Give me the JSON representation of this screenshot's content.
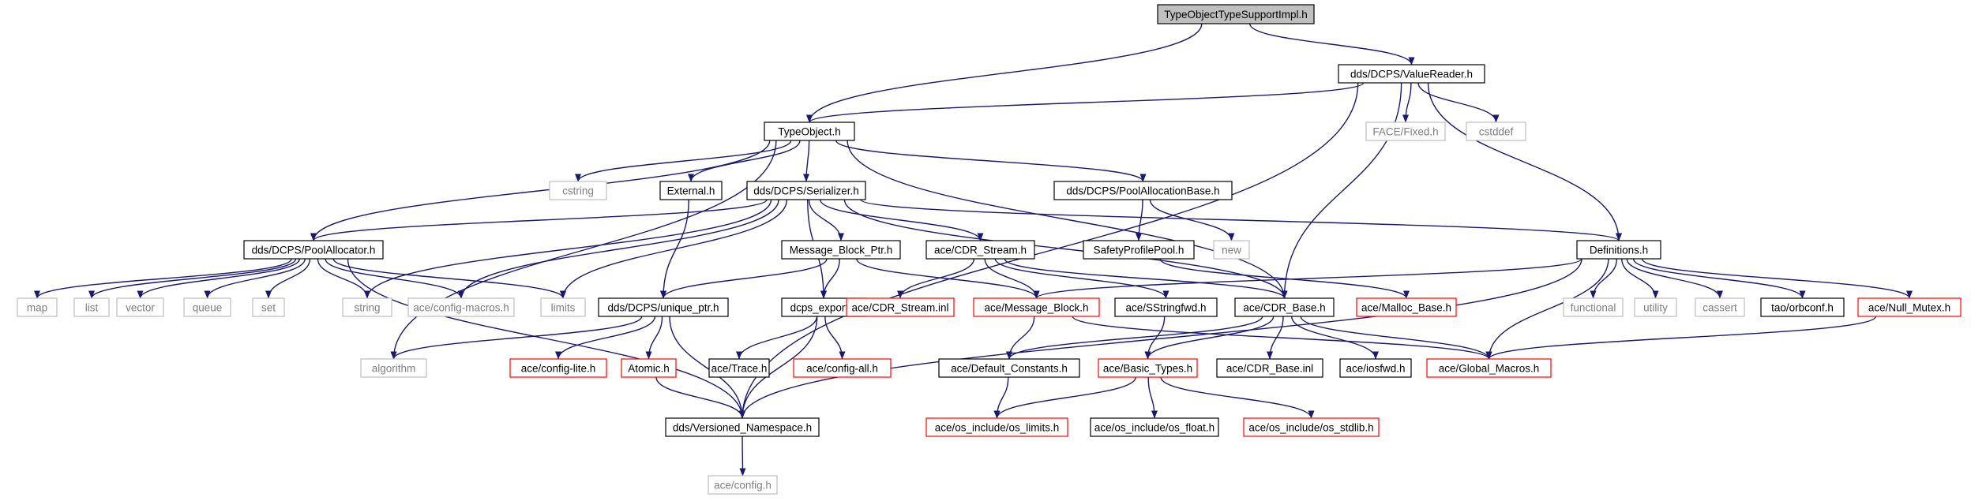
{
  "colors": {
    "root_fill": "#bfbfbf",
    "text": "#000000",
    "black_border": "#000000",
    "red_border": "#ff0000",
    "gray_border": "#bfbfbf",
    "gray_text": "#7f7f7f",
    "edge": "#191970",
    "background": "#ffffff"
  },
  "nodes": [
    {
      "id": "root",
      "label": "TypeObjectTypeSupportImpl.h",
      "style": "root"
    },
    {
      "id": "valuereader",
      "label": "dds/DCPS/ValueReader.h",
      "style": "black"
    },
    {
      "id": "typeobject",
      "label": "TypeObject.h",
      "style": "black"
    },
    {
      "id": "facefixed",
      "label": "FACE/Fixed.h",
      "style": "gray"
    },
    {
      "id": "cstddef",
      "label": "cstddef",
      "style": "gray"
    },
    {
      "id": "cstring",
      "label": "cstring",
      "style": "gray"
    },
    {
      "id": "external",
      "label": "External.h",
      "style": "black"
    },
    {
      "id": "serializer",
      "label": "dds/DCPS/Serializer.h",
      "style": "black"
    },
    {
      "id": "poolallocbase",
      "label": "dds/DCPS/PoolAllocationBase.h",
      "style": "black"
    },
    {
      "id": "poolallocator",
      "label": "dds/DCPS/PoolAllocator.h",
      "style": "black"
    },
    {
      "id": "msgblockptr",
      "label": "Message_Block_Ptr.h",
      "style": "black"
    },
    {
      "id": "cdrstream",
      "label": "ace/CDR_Stream.h",
      "style": "black"
    },
    {
      "id": "safetyprofilepool",
      "label": "SafetyProfilePool.h",
      "style": "black"
    },
    {
      "id": "new",
      "label": "new",
      "style": "gray"
    },
    {
      "id": "definitions",
      "label": "Definitions.h",
      "style": "black"
    },
    {
      "id": "map",
      "label": "map",
      "style": "gray"
    },
    {
      "id": "list",
      "label": "list",
      "style": "gray"
    },
    {
      "id": "vector",
      "label": "vector",
      "style": "gray"
    },
    {
      "id": "queue",
      "label": "queue",
      "style": "gray"
    },
    {
      "id": "set",
      "label": "set",
      "style": "gray"
    },
    {
      "id": "string",
      "label": "string",
      "style": "gray"
    },
    {
      "id": "configmacros",
      "label": "ace/config-macros.h",
      "style": "gray"
    },
    {
      "id": "limits",
      "label": "limits",
      "style": "gray"
    },
    {
      "id": "uniqueptr",
      "label": "dds/DCPS/unique_ptr.h",
      "style": "black"
    },
    {
      "id": "dcpsexport",
      "label": "dcps_export.h",
      "style": "black"
    },
    {
      "id": "cdrstreaminl",
      "label": "ace/CDR_Stream.inl",
      "style": "red"
    },
    {
      "id": "messageblock",
      "label": "ace/Message_Block.h",
      "style": "red"
    },
    {
      "id": "sstringfwd",
      "label": "ace/SStringfwd.h",
      "style": "black"
    },
    {
      "id": "cdrbase",
      "label": "ace/CDR_Base.h",
      "style": "black"
    },
    {
      "id": "mallocbase",
      "label": "ace/Malloc_Base.h",
      "style": "red"
    },
    {
      "id": "functional",
      "label": "functional",
      "style": "gray"
    },
    {
      "id": "utility",
      "label": "utility",
      "style": "gray"
    },
    {
      "id": "cassert",
      "label": "cassert",
      "style": "gray"
    },
    {
      "id": "orbconf",
      "label": "tao/orbconf.h",
      "style": "black"
    },
    {
      "id": "nullmutex",
      "label": "ace/Null_Mutex.h",
      "style": "red"
    },
    {
      "id": "algorithm",
      "label": "algorithm",
      "style": "gray"
    },
    {
      "id": "configlite",
      "label": "ace/config-lite.h",
      "style": "red"
    },
    {
      "id": "atomic",
      "label": "Atomic.h",
      "style": "red"
    },
    {
      "id": "acetrace",
      "label": "ace/Trace.h",
      "style": "black"
    },
    {
      "id": "configall",
      "label": "ace/config-all.h",
      "style": "red"
    },
    {
      "id": "defaultconstants",
      "label": "ace/Default_Constants.h",
      "style": "black"
    },
    {
      "id": "basictypes",
      "label": "ace/Basic_Types.h",
      "style": "red"
    },
    {
      "id": "cdrbaseinl",
      "label": "ace/CDR_Base.inl",
      "style": "black"
    },
    {
      "id": "iosfwd",
      "label": "ace/iosfwd.h",
      "style": "black"
    },
    {
      "id": "globalmacros",
      "label": "ace/Global_Macros.h",
      "style": "red"
    },
    {
      "id": "versionedns",
      "label": "dds/Versioned_Namespace.h",
      "style": "black"
    },
    {
      "id": "oslimits",
      "label": "ace/os_include/os_limits.h",
      "style": "red"
    },
    {
      "id": "osfloat",
      "label": "ace/os_include/os_float.h",
      "style": "black"
    },
    {
      "id": "osstdlib",
      "label": "ace/os_include/os_stdlib.h",
      "style": "red"
    },
    {
      "id": "aceconfig",
      "label": "ace/config.h",
      "style": "gray"
    }
  ],
  "edges": [
    [
      "root",
      "valuereader"
    ],
    [
      "root",
      "typeobject"
    ],
    [
      "valuereader",
      "typeobject"
    ],
    [
      "valuereader",
      "facefixed"
    ],
    [
      "valuereader",
      "cstddef"
    ],
    [
      "valuereader",
      "definitions"
    ],
    [
      "valuereader",
      "cdrbase"
    ],
    [
      "valuereader",
      "versionedns"
    ],
    [
      "typeobject",
      "cstring"
    ],
    [
      "typeobject",
      "external"
    ],
    [
      "typeobject",
      "serializer"
    ],
    [
      "typeobject",
      "poolallocbase"
    ],
    [
      "typeobject",
      "poolallocator"
    ],
    [
      "typeobject",
      "cdrbase"
    ],
    [
      "typeobject",
      "algorithm"
    ],
    [
      "external",
      "uniqueptr"
    ],
    [
      "serializer",
      "poolallocator"
    ],
    [
      "serializer",
      "msgblockptr"
    ],
    [
      "serializer",
      "cdrstream"
    ],
    [
      "serializer",
      "definitions"
    ],
    [
      "serializer",
      "string"
    ],
    [
      "serializer",
      "configmacros"
    ],
    [
      "serializer",
      "limits"
    ],
    [
      "serializer",
      "dcpsexport"
    ],
    [
      "serializer",
      "cdrbase"
    ],
    [
      "poolallocbase",
      "safetyprofilepool"
    ],
    [
      "poolallocbase",
      "new"
    ],
    [
      "safetyprofilepool",
      "mallocbase"
    ],
    [
      "poolallocator",
      "map"
    ],
    [
      "poolallocator",
      "list"
    ],
    [
      "poolallocator",
      "vector"
    ],
    [
      "poolallocator",
      "queue"
    ],
    [
      "poolallocator",
      "set"
    ],
    [
      "poolallocator",
      "string"
    ],
    [
      "poolallocator",
      "configmacros"
    ],
    [
      "poolallocator",
      "limits"
    ],
    [
      "poolallocator",
      "versionedns"
    ],
    [
      "msgblockptr",
      "uniqueptr"
    ],
    [
      "msgblockptr",
      "dcpsexport"
    ],
    [
      "msgblockptr",
      "messageblock"
    ],
    [
      "cdrstream",
      "cdrstreaminl"
    ],
    [
      "cdrstream",
      "messageblock"
    ],
    [
      "cdrstream",
      "sstringfwd"
    ],
    [
      "cdrstream",
      "cdrbase"
    ],
    [
      "definitions",
      "messageblock"
    ],
    [
      "definitions",
      "functional"
    ],
    [
      "definitions",
      "utility"
    ],
    [
      "definitions",
      "cassert"
    ],
    [
      "definitions",
      "orbconf"
    ],
    [
      "definitions",
      "nullmutex"
    ],
    [
      "definitions",
      "globalmacros"
    ],
    [
      "definitions",
      "versionedns"
    ],
    [
      "uniqueptr",
      "algorithm"
    ],
    [
      "uniqueptr",
      "configlite"
    ],
    [
      "uniqueptr",
      "atomic"
    ],
    [
      "uniqueptr",
      "versionedns"
    ],
    [
      "dcpsexport",
      "acetrace"
    ],
    [
      "dcpsexport",
      "configall"
    ],
    [
      "dcpsexport",
      "versionedns"
    ],
    [
      "messageblock",
      "defaultconstants"
    ],
    [
      "messageblock",
      "globalmacros"
    ],
    [
      "sstringfwd",
      "basictypes"
    ],
    [
      "cdrbase",
      "defaultconstants"
    ],
    [
      "cdrbase",
      "basictypes"
    ],
    [
      "cdrbase",
      "cdrbaseinl"
    ],
    [
      "cdrbase",
      "iosfwd"
    ],
    [
      "cdrbase",
      "globalmacros"
    ],
    [
      "nullmutex",
      "globalmacros"
    ],
    [
      "atomic",
      "versionedns"
    ],
    [
      "defaultconstants",
      "oslimits"
    ],
    [
      "basictypes",
      "oslimits"
    ],
    [
      "basictypes",
      "osfloat"
    ],
    [
      "basictypes",
      "osstdlib"
    ],
    [
      "versionedns",
      "aceconfig"
    ]
  ]
}
